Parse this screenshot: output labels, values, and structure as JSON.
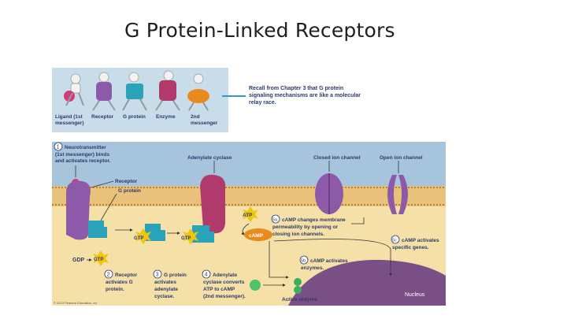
{
  "slide": {
    "title": "G Protein-Linked Receptors"
  },
  "relay": {
    "labels": [
      "Ligand (1st",
      "messenger)",
      "Receptor",
      "G protein",
      "Enzyme",
      "2nd",
      "messenger"
    ],
    "note": "Recall from Chapter 3 that G protein signaling mechanisms are like a molecular relay race."
  },
  "diagram": {
    "step1": [
      "Neurotransmitter",
      "(1st messenger) binds",
      "and activates receptor."
    ],
    "step1_num": "1",
    "receptor": "Receptor",
    "g_protein": "G protein",
    "adenylate_cyclase": "Adenylate cyclase",
    "closed_channel": "Closed ion channel",
    "open_channel": "Open ion channel",
    "gtp": "GTP",
    "gdp": "GDP",
    "atp": "ATP",
    "camp": "cAMP",
    "step2_num": "2",
    "step2": [
      "Receptor",
      "activates G",
      "protein."
    ],
    "step3_num": "3",
    "step3": [
      "G protein",
      "activates",
      "adenylate",
      "cyclase."
    ],
    "step4_num": "4",
    "step4": [
      "Adenylate",
      "cyclase converts",
      "ATP to cAMP",
      "(2nd messenger)."
    ],
    "step5a_num": "5a",
    "step5a": [
      "cAMP changes membrane",
      "permeability by opening or",
      "closing ion channels."
    ],
    "step5b_num": "5b",
    "step5b": [
      "cAMP activates",
      "enzymes."
    ],
    "step5c_num": "5c",
    "step5c": [
      "cAMP activates",
      "specific genes."
    ],
    "active_enzyme": "Active enzyme",
    "nucleus": "Nucleus",
    "copyright": "© 2013 Pearson Education, Inc."
  },
  "colors": {
    "receptor": "#8c5aa8",
    "g_protein": "#2aa3b8",
    "enzyme": "#b03a6c",
    "ligand": "#d43a7a",
    "membrane": "#e8c27a",
    "cytoplasm": "#f5e0a8",
    "extracellular": "#a6c4dc",
    "note_text": "#2d3a6a"
  }
}
